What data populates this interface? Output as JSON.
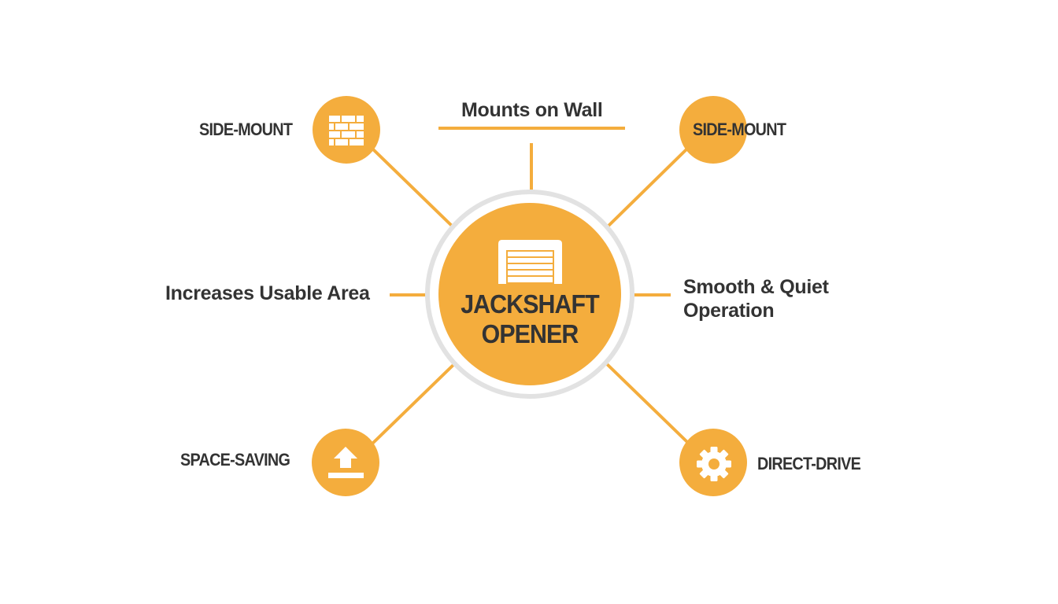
{
  "diagram": {
    "center": {
      "title_line1": "JACKSHAFT",
      "title_line2": "OPENER",
      "icon": "garage-door-icon"
    },
    "nodes": [
      {
        "id": "top-left",
        "label": "SIDE-MOUNT",
        "icon": "brick-wall-icon"
      },
      {
        "id": "top-right",
        "label": "SIDE-MOUNT",
        "icon": "none"
      },
      {
        "id": "bottom-left",
        "label": "SPACE-SAVING",
        "icon": "upload-arrow-icon"
      },
      {
        "id": "bottom-right",
        "label": "DIRECT-DRIVE",
        "icon": "gear-icon"
      }
    ],
    "callouts": {
      "top": "Mounts on Wall",
      "left": "Increases Usable Area",
      "right": "Smooth & Quiet\nOperation"
    },
    "colors": {
      "accent": "#F4AD3D",
      "ring": "#E2E2E2",
      "text": "#333333",
      "background": "#FFFFFF",
      "icon": "#FFFFFF"
    }
  }
}
